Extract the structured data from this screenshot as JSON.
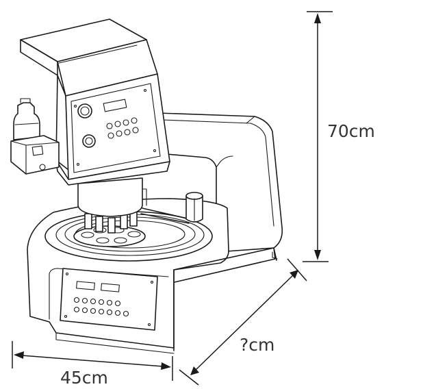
{
  "dimensions": {
    "height_label": "70cm",
    "width_label": "45cm",
    "depth_label": "?cm"
  }
}
